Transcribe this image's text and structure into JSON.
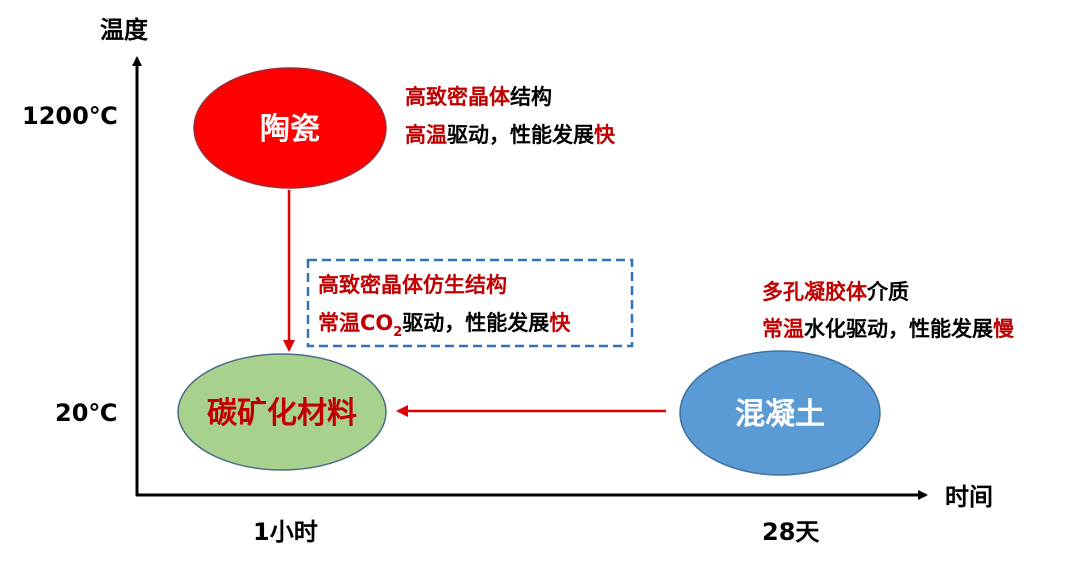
{
  "axes": {
    "y_label": "温度",
    "x_label": "时间",
    "y_ticks": [
      "1200℃",
      "20℃"
    ],
    "x_ticks": [
      "1小时",
      "28天"
    ]
  },
  "nodes": {
    "ceramic": {
      "label": "陶瓷",
      "color": "#ff0000"
    },
    "carbon": {
      "label": "碳矿化材料",
      "color": "#a9d18e",
      "text_color": "#c00000"
    },
    "concrete": {
      "label": "混凝土",
      "color": "#5b9bd5"
    }
  },
  "descriptions": {
    "ceramic": {
      "line1": [
        "高致密晶体",
        "结构"
      ],
      "line2": [
        "高温",
        "驱动，性能发展",
        "快"
      ]
    },
    "carbon": {
      "line1": [
        "高致密晶体仿生结构"
      ],
      "line2": [
        "常温CO",
        "2",
        "驱动，性能发展",
        "快"
      ]
    },
    "concrete": {
      "line1": [
        "多孔凝胶体",
        "介质"
      ],
      "line2": [
        "常温",
        "水化驱动，性能发展",
        "慢"
      ]
    }
  },
  "colors": {
    "highlight": "#c00000",
    "arrow": "#e00000",
    "dashed_box": "#2e75b6"
  }
}
